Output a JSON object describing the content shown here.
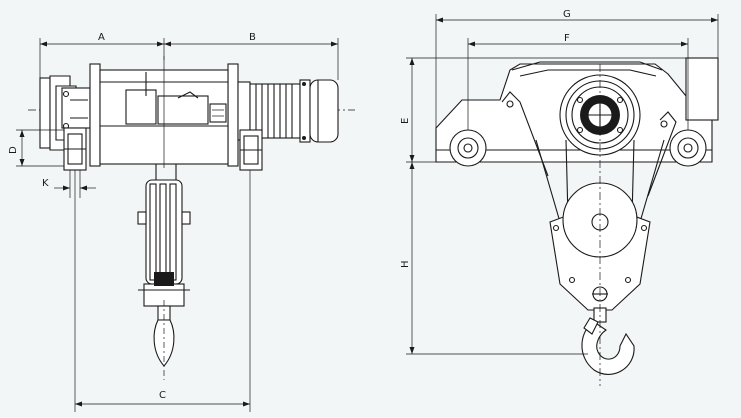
{
  "labels": {
    "A": "A",
    "B": "B",
    "C": "C",
    "D": "D",
    "K": "K",
    "E": "E",
    "F": "F",
    "G": "G",
    "H": "H"
  },
  "colors": {
    "background": "#f3f6f7",
    "line": "#1a1a1a",
    "fill": "#ffffff"
  }
}
